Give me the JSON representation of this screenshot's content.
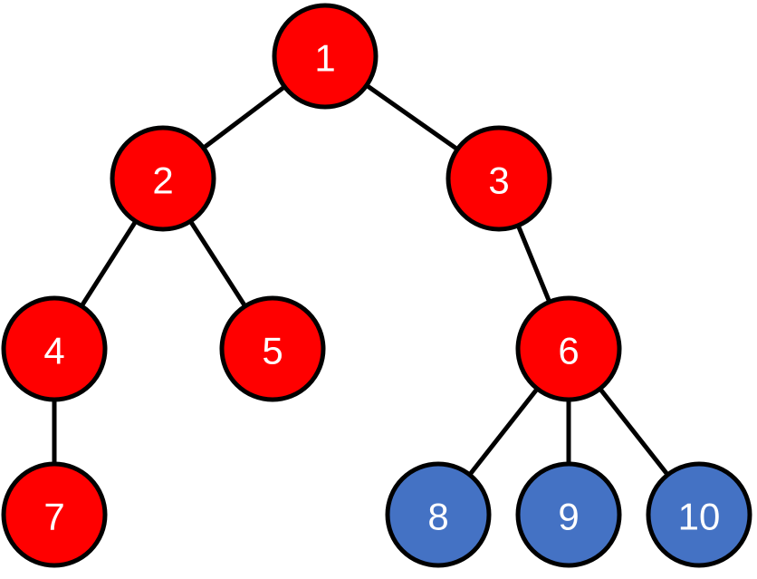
{
  "colors": {
    "red": "#ff0000",
    "blue": "#4472c4",
    "outline": "#000000",
    "label": "#ffffff"
  },
  "nodes": [
    {
      "id": "n1",
      "label": "1",
      "color": "red"
    },
    {
      "id": "n2",
      "label": "2",
      "color": "red"
    },
    {
      "id": "n3",
      "label": "3",
      "color": "red"
    },
    {
      "id": "n4",
      "label": "4",
      "color": "red"
    },
    {
      "id": "n5",
      "label": "5",
      "color": "red"
    },
    {
      "id": "n6",
      "label": "6",
      "color": "red"
    },
    {
      "id": "n7",
      "label": "7",
      "color": "red"
    },
    {
      "id": "n8",
      "label": "8",
      "color": "blue"
    },
    {
      "id": "n9",
      "label": "9",
      "color": "blue"
    },
    {
      "id": "n10",
      "label": "10",
      "color": "blue"
    }
  ],
  "edges": [
    {
      "from": "n1",
      "to": "n2"
    },
    {
      "from": "n1",
      "to": "n3"
    },
    {
      "from": "n2",
      "to": "n4"
    },
    {
      "from": "n2",
      "to": "n5"
    },
    {
      "from": "n3",
      "to": "n6"
    },
    {
      "from": "n4",
      "to": "n7"
    },
    {
      "from": "n6",
      "to": "n8"
    },
    {
      "from": "n6",
      "to": "n9"
    },
    {
      "from": "n6",
      "to": "n10"
    }
  ]
}
